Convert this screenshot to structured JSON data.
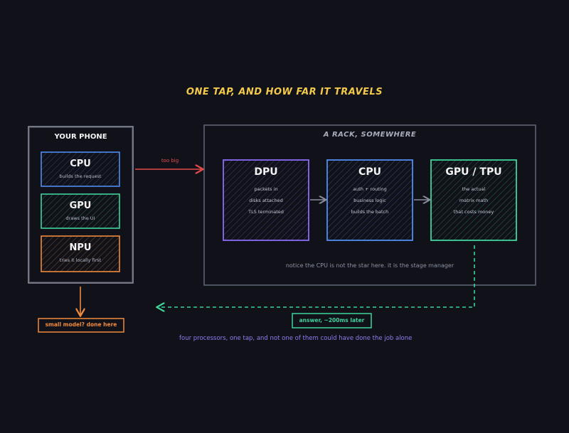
{
  "title": "ONE TAP, AND HOW FAR IT TRAVELS",
  "phone": {
    "title": "YOUR PHONE",
    "chips": [
      {
        "name": "CPU",
        "sub": "builds the request",
        "color": "#4f8cf0"
      },
      {
        "name": "GPU",
        "sub": "draws the UI",
        "color": "#3fd39c"
      },
      {
        "name": "NPU",
        "sub": "tries it locally first",
        "color": "#f08a3c"
      }
    ]
  },
  "rack": {
    "title": "A RACK, SOMEWHERE",
    "nodes": [
      {
        "name": "DPU",
        "lines": [
          "packets in",
          "disks attached",
          "TLS terminated"
        ],
        "color": "#8b6cf6"
      },
      {
        "name": "CPU",
        "lines": [
          "auth + routing",
          "business logic",
          "builds the batch"
        ],
        "color": "#4f8cf0"
      },
      {
        "name": "GPU / TPU",
        "lines": [
          "the actual",
          "matrix math",
          "that costs money"
        ],
        "color": "#3fd39c"
      }
    ],
    "note": "notice the CPU is not the star here. it is the stage manager"
  },
  "arrow_label": "too big",
  "local_box": "small model? done here",
  "answer_box": "answer, ~200ms later",
  "footer": "four processors, one tap, and not one of them could have done the job alone",
  "colors": {
    "background": "#111219",
    "frame": "#8a90a0",
    "rack_frame": "#5d6373",
    "red_arrow": "#e24b4b",
    "orange": "#f08a3c",
    "teal": "#3fd39c",
    "grey_arrow": "#8a90a0",
    "title": "#f2c94c",
    "footer": "#8f7df2"
  }
}
